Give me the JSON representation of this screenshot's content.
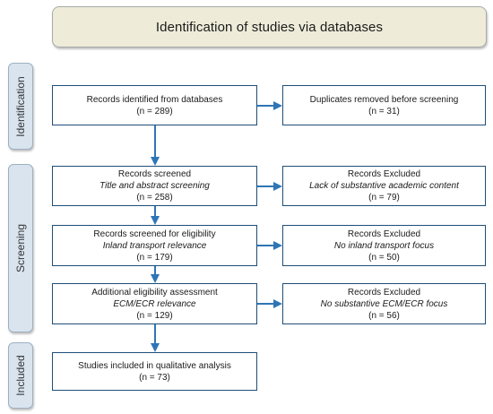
{
  "title": "Identification of studies via databases",
  "stages": {
    "identification": "Identification",
    "screening": "Screening",
    "included": "Included"
  },
  "boxes": {
    "records_identified": {
      "line1": "Records identified from databases",
      "count": "(n = 289)"
    },
    "duplicates_removed": {
      "line1": "Duplicates removed before screening",
      "count": "(n = 31)"
    },
    "records_screened": {
      "line1": "Records screened",
      "note": "Title and abstract screening",
      "count": "(n = 258)"
    },
    "excluded_1": {
      "line1": "Records Excluded",
      "note": "Lack of substantive academic content",
      "count": "(n = 79)"
    },
    "screened_eligibility": {
      "line1": "Records screened for eligibility",
      "note": "Inland transport relevance",
      "count": "(n = 179)"
    },
    "excluded_2": {
      "line1": "Records Excluded",
      "note": "No inland transport focus",
      "count": "(n = 50)"
    },
    "additional_assessment": {
      "line1": "Additional eligibility assessment",
      "note": "ECM/ECR relevance",
      "count": "(n = 129)"
    },
    "excluded_3": {
      "line1": "Records Excluded",
      "note": "No substantive ECM/ECR focus",
      "count": "(n = 56)"
    },
    "included_studies": {
      "line1": "Studies included in qualitative analysis",
      "count": "(n = 73)"
    }
  },
  "colors": {
    "arrow": "#2e75b6",
    "box_border": "#1f4e79",
    "stage_fill": "#d9e4ef",
    "header_fill": "#eeecd9"
  }
}
